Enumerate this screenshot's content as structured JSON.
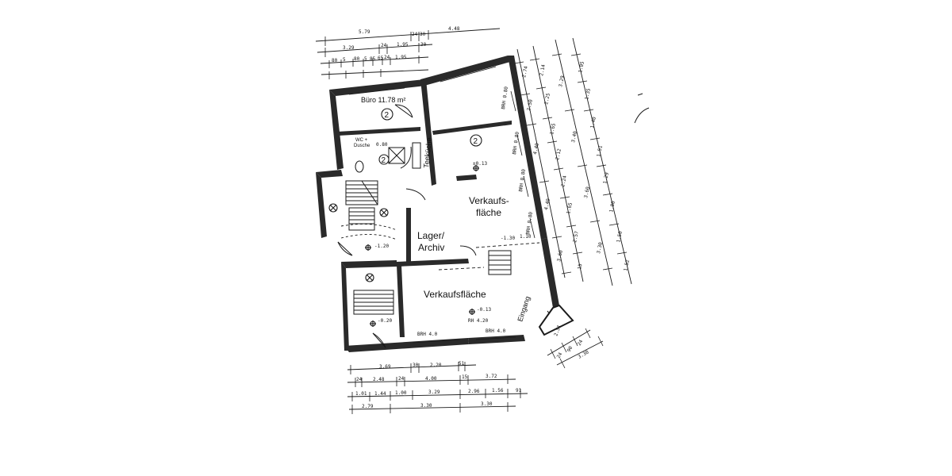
{
  "rooms": {
    "office": "Büro 11.78 m²",
    "office_num": "2",
    "wc": [
      "WC +",
      "Dusche"
    ],
    "wc_num": "2",
    "kitchen": "Teeküche",
    "sales_upper": [
      "Verkaufs-",
      "fläche"
    ],
    "sales_upper_num": "2",
    "storage": [
      "Lager/",
      "Archiv"
    ],
    "sales_lower": "Verkaufsfläche",
    "entrance": "Eingang"
  },
  "levels": [
    "±0.13",
    "-1.20",
    "-0.13",
    "RH 4.20",
    "-1.30",
    "1.10",
    "-0.20",
    "2.51"
  ],
  "window_marks": [
    "BRH 4.0",
    "BRH 4.0",
    "BRH 0.80",
    "BRH 0.80",
    "BRH 0.80",
    "BRH 0.80",
    "0.80"
  ],
  "dimensions": {
    "top_row1": [
      "5.79",
      "24",
      "30",
      "4.48"
    ],
    "top_row2": [
      "3.29",
      "24",
      "1.95",
      "30"
    ],
    "top_row3": [
      "80",
      "5",
      "80",
      "5",
      "85",
      "65",
      "24",
      "1.95"
    ],
    "right_col1": [
      "2.74",
      "2.50",
      "4.40",
      "4.40",
      "3.60"
    ],
    "right_col2": [
      "2.14",
      "2.25",
      "1.65",
      "2.12",
      "2.24",
      "1.65",
      "2.57",
      "15"
    ],
    "right_col3": [
      "3.29",
      "3.40",
      "3.60",
      "3.30"
    ],
    "right_col4": [
      "1.05",
      "1.35",
      "1.40",
      "1.51",
      "1.29",
      "1.80",
      "1.50",
      "1.52"
    ],
    "bottom_row1": [
      "3.69",
      "30",
      "2.20",
      "51"
    ],
    "bottom_row2": [
      "24",
      "2.48",
      "24",
      "4.00",
      "15",
      "3.72"
    ],
    "bottom_row3": [
      "1.01",
      "1.44",
      "1.00",
      "3.29",
      "2.96",
      "1.56",
      "91"
    ],
    "bottom_row4": [
      "2.79",
      "3.30",
      "3.30"
    ],
    "bottom_right": [
      "24",
      "90",
      "24",
      "3.30",
      "2.51"
    ]
  }
}
